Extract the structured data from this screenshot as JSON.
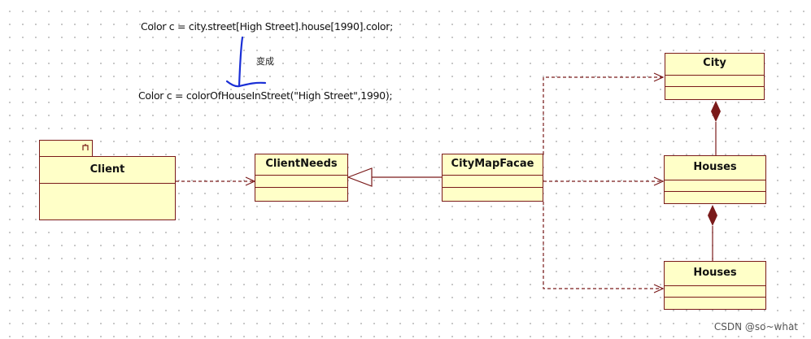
{
  "code": {
    "line1": "Color c = city.street[High Street].house[1990].color;",
    "transform_note": "变成",
    "line2": "Color c = colorOfHouseInStreet(\"High Street\",1990);"
  },
  "classes": {
    "client": "Client",
    "client_needs": "ClientNeeds",
    "facade": "CityMapFacae",
    "city": "City",
    "houses_top": "Houses",
    "houses_bottom": "Houses"
  },
  "watermark": "CSDN @so~what",
  "colors": {
    "border": "#7a1a1a",
    "fill": "#ffffc8",
    "handwritten_arrow": "#1a2fd6"
  }
}
